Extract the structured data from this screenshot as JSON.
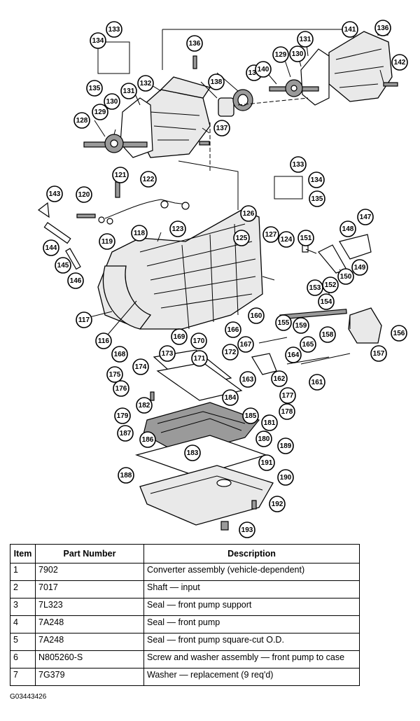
{
  "diagram": {
    "callouts": [
      "116",
      "117",
      "118",
      "119",
      "120",
      "121",
      "122",
      "123",
      "124",
      "125",
      "126",
      "127",
      "128",
      "129",
      "130",
      "131",
      "132",
      "133",
      "134",
      "135",
      "136",
      "137",
      "138",
      "139",
      "140",
      "141",
      "142",
      "143",
      "144",
      "145",
      "146",
      "147",
      "148",
      "149",
      "150",
      "151",
      "152",
      "153",
      "154",
      "155",
      "156",
      "157",
      "158",
      "159",
      "160",
      "161",
      "162",
      "163",
      "164",
      "165",
      "166",
      "167",
      "168",
      "169",
      "170",
      "171",
      "172",
      "173",
      "174",
      "175",
      "176",
      "177",
      "178",
      "179",
      "180",
      "181",
      "182",
      "183",
      "184",
      "185",
      "186",
      "187",
      "188",
      "189",
      "190",
      "191",
      "192",
      "193"
    ]
  },
  "table": {
    "headers": {
      "item": "Item",
      "part": "Part Number",
      "desc": "Description"
    },
    "rows": [
      {
        "item": "1",
        "part": "7902",
        "desc": "Converter assembly (vehicle-dependent)"
      },
      {
        "item": "2",
        "part": "7017",
        "desc": "Shaft — input"
      },
      {
        "item": "3",
        "part": "7L323",
        "desc": "Seal — front pump support"
      },
      {
        "item": "4",
        "part": "7A248",
        "desc": "Seal — front pump"
      },
      {
        "item": "5",
        "part": "7A248",
        "desc": "Seal — front pump square-cut O.D."
      },
      {
        "item": "6",
        "part": "N805260-S",
        "desc": "Screw and washer assembly — front pump to case"
      },
      {
        "item": "7",
        "part": "7G379",
        "desc": "Washer — replacement (9 req'd)"
      }
    ]
  },
  "figure_code": "G03443426"
}
